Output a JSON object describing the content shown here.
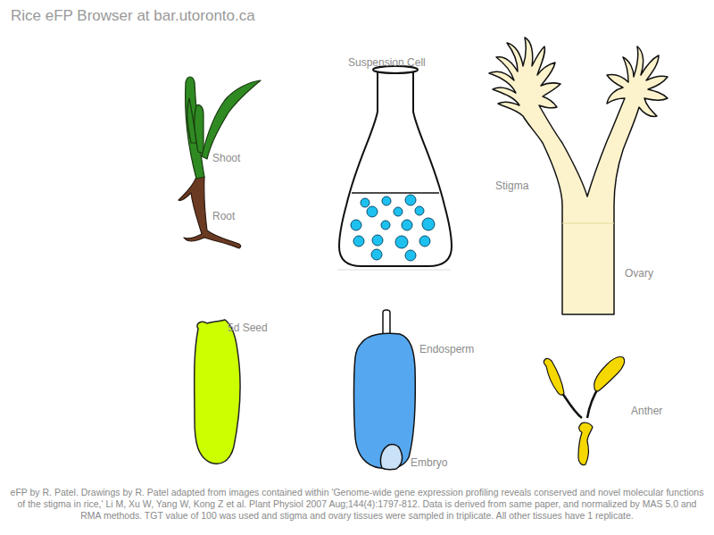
{
  "diagram": {
    "title": "Rice eFP Browser at bar.utoronto.ca",
    "caption": "eFP by R. Patel. Drawings by R. Patel adapted from images contained within 'Genome-wide gene expression profiling reveals conserved and novel molecular functions of the stigma in rice,' Li M, Xu W, Yang W, Kong Z et al. Plant Physiol 2007 Aug;144(4):1797-812.  Data is derived from same paper, and normalized by MAS 5.0 and RMA methods. TGT value of 100 was used and stigma and ovary tissues were sampled in triplicate. All other tissues have 1 replicate.",
    "labels": [
      "Suspension Cell",
      "Shoot",
      "Stigma",
      "Root",
      "Ovary",
      "5d Seed",
      "Endosperm",
      "Anther",
      "Embryo"
    ]
  }
}
